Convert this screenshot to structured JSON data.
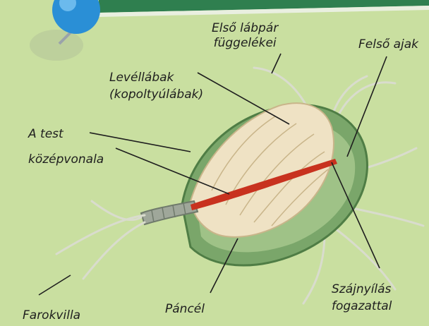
{
  "labels": {
    "first_legs_line1": "Első lábpár",
    "first_legs_line2": "függelékei",
    "upper_lip": "Felső ajak",
    "leaf_legs_line1": "Levéllábak",
    "leaf_legs_line2": "(kopoltyúlábak)",
    "body_midline_line1": "A test",
    "body_midline_line2": "középvonala",
    "mouth_line1": "Szájnyílás",
    "mouth_line2": "fogazattal",
    "carapace": "Páncél",
    "tail_fork": "Farokvilla"
  },
  "colors": {
    "background": "#c9dfa0",
    "header_band": "#2f7f4f",
    "carapace": "#7aa66a",
    "body": "#efe2c4",
    "midline": "#c8321f",
    "pin": "#2a8fd6"
  }
}
